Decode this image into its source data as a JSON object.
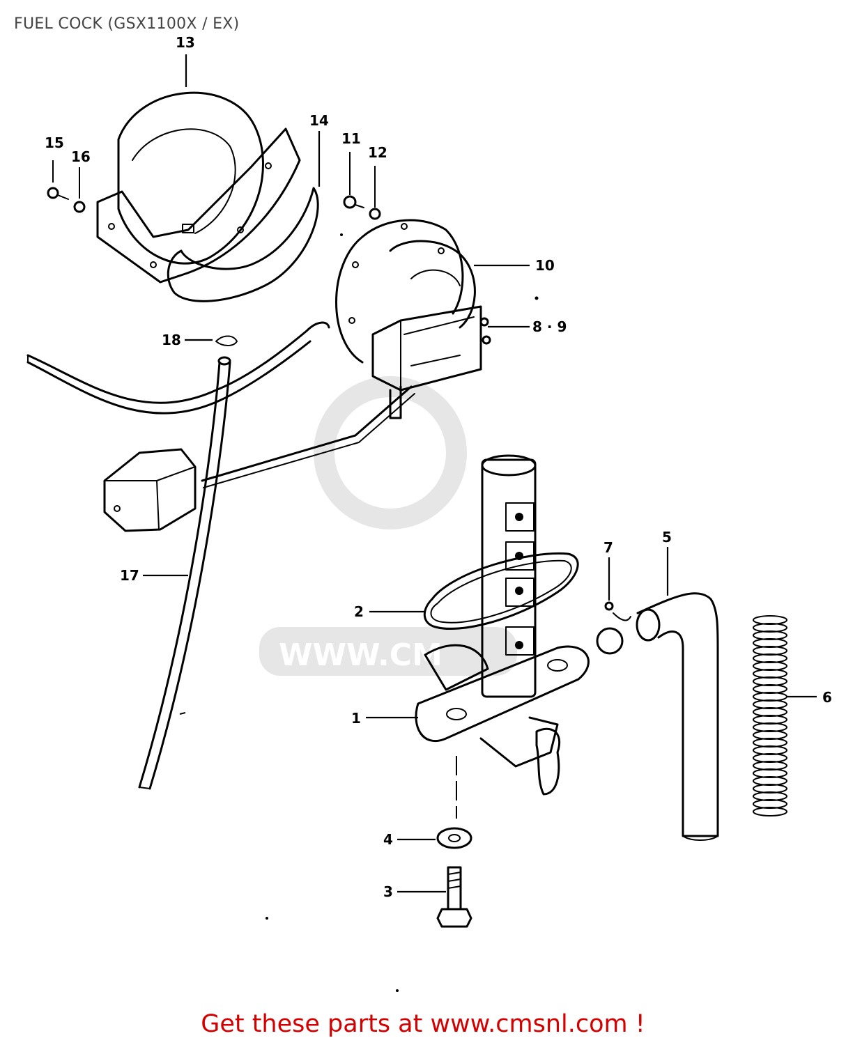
{
  "header": {
    "title": "FUEL COCK (GSX1100X / EX)"
  },
  "watermark": {
    "text": "WWW.CM"
  },
  "callouts": {
    "c1": "1",
    "c2": "2",
    "c3": "3",
    "c4": "4",
    "c5": "5",
    "c6": "6",
    "c7": "7",
    "c89": "8 · 9",
    "c10": "10",
    "c11": "11",
    "c12": "12",
    "c13": "13",
    "c14": "14",
    "c15": "15",
    "c16": "16",
    "c17": "17",
    "c18": "18"
  },
  "footer": {
    "link_text": "Get these parts at www.cmsnl.com !",
    "color": "#d40000"
  },
  "colors": {
    "line": "#000000",
    "watermark": "#e6e6e6",
    "title": "#444444"
  }
}
